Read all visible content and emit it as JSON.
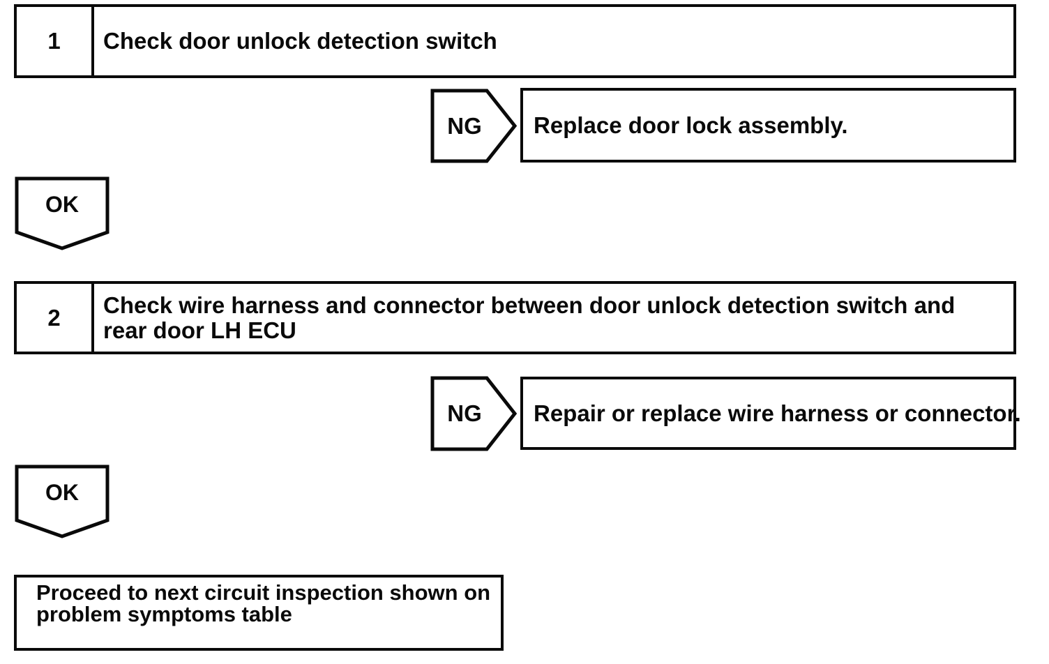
{
  "flowchart": {
    "steps": [
      {
        "number": "1",
        "instruction": "Check door unlock detection switch",
        "ng": {
          "label": "NG",
          "action": "Replace door lock assembly."
        },
        "ok": {
          "label": "OK"
        }
      },
      {
        "number": "2",
        "instruction": "Check wire harness and connector between door unlock detection switch and rear door LH ECU",
        "ng": {
          "label": "NG",
          "action": "Repair or replace wire harness or connector."
        },
        "ok": {
          "label": "OK"
        }
      }
    ],
    "final_action": "Proceed to next circuit inspection shown on problem symptoms table",
    "colors": {
      "line": "#0a0a0a",
      "background": "#ffffff"
    }
  }
}
